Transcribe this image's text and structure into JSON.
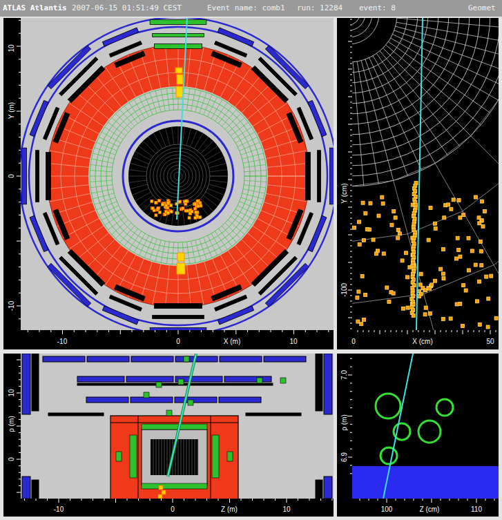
{
  "diagram": {
    "labels": [
      "ATLAS Atlantis",
      "2007-06-15 01:51:49 CEST",
      "Event name: comb1",
      "run: 12284",
      "event: 8",
      "Geomet",
      "10",
      "0",
      "Y (m)",
      "-10",
      "-10",
      "0",
      "X (m)",
      "10",
      "Y (cm)",
      "-100",
      "0",
      "X (cm)",
      "50",
      "10",
      "ρ (m)",
      "0",
      "-10",
      "0",
      "Z (m)",
      "10",
      "7.0",
      "ρ (m)",
      "6.9",
      "100",
      "Z (cm)",
      "110"
    ]
  }
}
